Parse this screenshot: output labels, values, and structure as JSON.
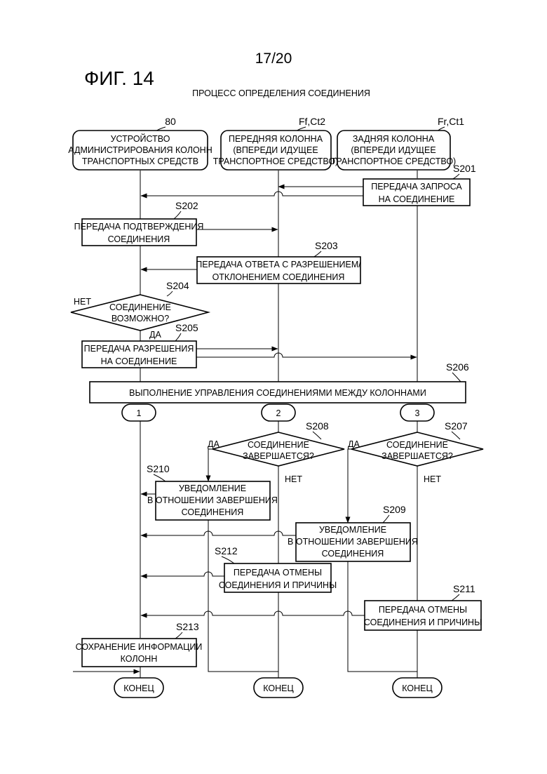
{
  "page_number": "17/20",
  "figure_label": "ФИГ. 14",
  "process_title": "ПРОЦЕСС ОПРЕДЕЛЕНИЯ СОЕДИНЕНИЯ",
  "lanes": [
    {
      "ref": "80",
      "lines": [
        "УСТРОЙСТВО",
        "АДМИНИСТРИРОВАНИЯ КОЛОНН",
        "ТРАНСПОРТНЫХ СРЕДСТВ"
      ]
    },
    {
      "ref": "Ff,Ct2",
      "lines": [
        "ПЕРЕДНЯЯ КОЛОННА",
        "(ВПЕРЕДИ ИДУЩЕЕ",
        "ТРАНСПОРТНОЕ СРЕДСТВО)"
      ]
    },
    {
      "ref": "Fr,Ct1",
      "lines": [
        "ЗАДНЯЯ  КОЛОННА",
        "(ВПЕРЕДИ ИДУЩЕЕ",
        "ТРАНСПОРТНОЕ СРЕДСТВО)"
      ]
    }
  ],
  "steps": {
    "s201": {
      "ref": "S201",
      "lines": [
        "ПЕРЕДАЧА ЗАПРОСА",
        "НА СОЕДИНЕНИЕ"
      ]
    },
    "s202": {
      "ref": "S202",
      "lines": [
        "ПЕРЕДАЧА ПОДТВЕРЖДЕНИЯ",
        "СОЕДИНЕНИЯ"
      ]
    },
    "s203": {
      "ref": "S203",
      "lines": [
        "ПЕРЕДАЧА ОТВЕТА С РАЗРЕШЕНИЕМ/",
        "ОТКЛОНЕНИЕМ СОЕДИНЕНИЯ"
      ]
    },
    "s204": {
      "ref": "S204",
      "lines": [
        "СОЕДИНЕНИЕ",
        "ВОЗМОЖНО?"
      ],
      "no": "НЕТ",
      "yes": "ДА"
    },
    "s205": {
      "ref": "S205",
      "lines": [
        "ПЕРЕДАЧА РАЗРЕШЕНИЯ",
        "НА СОЕДИНЕНИЕ"
      ]
    },
    "s206": {
      "ref": "S206",
      "text": "ВЫПОЛНЕНИЕ УПРАВЛЕНИЯ СОЕДИНЕНИЯМИ МЕЖДУ КОЛОННАМИ"
    },
    "s207": {
      "ref": "S207",
      "lines": [
        "СОЕДИНЕНИЕ",
        "ЗАВЕРШАЕТСЯ?"
      ],
      "yes": "ДА",
      "no": "НЕТ"
    },
    "s208": {
      "ref": "S208",
      "lines": [
        "СОЕДИНЕНИЕ",
        "ЗАВЕРШАЕТСЯ?"
      ],
      "yes": "ДА",
      "no": "НЕТ"
    },
    "s209": {
      "ref": "S209",
      "lines": [
        "УВЕДОМЛЕНИЕ",
        "В ОТНОШЕНИИ ЗАВЕРШЕНИЯ",
        "СОЕДИНЕНИЯ"
      ]
    },
    "s210": {
      "ref": "S210",
      "lines": [
        "УВЕДОМЛЕНИЕ",
        "В ОТНОШЕНИИ ЗАВЕРШЕНИЯ",
        "СОЕДИНЕНИЯ"
      ]
    },
    "s211": {
      "ref": "S211",
      "lines": [
        "ПЕРЕДАЧА ОТМЕНЫ",
        "СОЕДИНЕНИЯ И ПРИЧИНЫ"
      ]
    },
    "s212": {
      "ref": "S212",
      "lines": [
        "ПЕРЕДАЧА ОТМЕНЫ",
        "СОЕДИНЕНИЯ И ПРИЧИНЫ"
      ]
    },
    "s213": {
      "ref": "S213",
      "lines": [
        "СОХРАНЕНИЕ ИНФОРМАЦИИ",
        "КОЛОНН"
      ]
    }
  },
  "connectors": [
    "1",
    "2",
    "3"
  ],
  "end_label": "КОНЕЦ"
}
